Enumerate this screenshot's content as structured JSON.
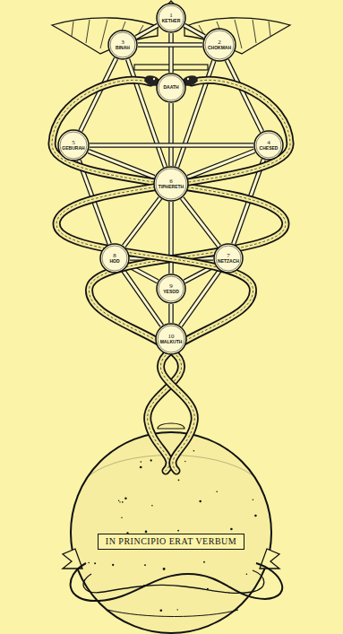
{
  "diagram": {
    "nodes": [
      {
        "text": [
          "1",
          "KETHER"
        ]
      },
      {
        "text": [
          "3",
          "BINAH"
        ]
      },
      {
        "text": [
          "2",
          "CHOKMAH"
        ]
      },
      {
        "text": [
          "DAATH"
        ]
      },
      {
        "text": [
          "5",
          "GEBURAH"
        ]
      },
      {
        "text": [
          "4",
          "CHESED"
        ]
      },
      {
        "text": [
          "6",
          "TIPHERETH"
        ]
      },
      {
        "text": [
          "8",
          "HOD"
        ]
      },
      {
        "text": [
          "7",
          "NETZACH"
        ]
      },
      {
        "text": [
          "9",
          "YESOD"
        ]
      },
      {
        "text": [
          "10",
          "MALKUTH"
        ]
      },
      {
        "text": [
          "IN PRINCIPIO ERAT VERBUM"
        ]
      }
    ],
    "edges": [
      {
        "from": 0,
        "to": 1,
        "arrow": "none"
      },
      {
        "from": 0,
        "to": 2,
        "arrow": "none"
      },
      {
        "from": 0,
        "to": 3,
        "arrow": "none"
      },
      {
        "from": 3,
        "to": 6,
        "arrow": "none"
      },
      {
        "from": 1,
        "to": 2,
        "arrow": "none"
      },
      {
        "from": 1,
        "to": 4,
        "arrow": "none"
      },
      {
        "from": 1,
        "to": 6,
        "arrow": "none"
      },
      {
        "from": 2,
        "to": 5,
        "arrow": "none"
      },
      {
        "from": 2,
        "to": 6,
        "arrow": "none"
      },
      {
        "from": 4,
        "to": 5,
        "arrow": "none"
      },
      {
        "from": 4,
        "to": 6,
        "arrow": "none"
      },
      {
        "from": 4,
        "to": 7,
        "arrow": "none"
      },
      {
        "from": 5,
        "to": 6,
        "arrow": "none"
      },
      {
        "from": 5,
        "to": 8,
        "arrow": "none"
      },
      {
        "from": 6,
        "to": 7,
        "arrow": "none"
      },
      {
        "from": 6,
        "to": 8,
        "arrow": "none"
      },
      {
        "from": 6,
        "to": 9,
        "arrow": "none"
      },
      {
        "from": 7,
        "to": 8,
        "arrow": "none"
      },
      {
        "from": 7,
        "to": 9,
        "arrow": "none"
      },
      {
        "from": 7,
        "to": 10,
        "arrow": "none"
      },
      {
        "from": 8,
        "to": 9,
        "arrow": "none"
      },
      {
        "from": 8,
        "to": 10,
        "arrow": "none"
      },
      {
        "from": 9,
        "to": 10,
        "arrow": "none"
      }
    ]
  }
}
